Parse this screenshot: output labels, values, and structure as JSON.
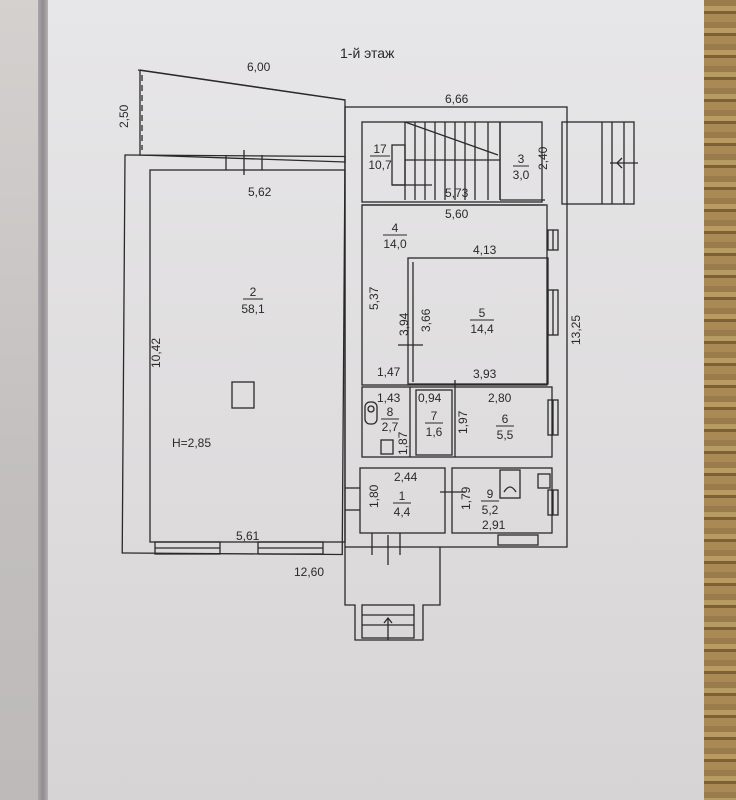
{
  "title": "1-й этаж",
  "rooms": [
    {
      "number": "2",
      "area": "58,1"
    },
    {
      "number": "17",
      "area": "10,7"
    },
    {
      "number": "3",
      "area": "3,0"
    },
    {
      "number": "4",
      "area": "14,0"
    },
    {
      "number": "5",
      "area": "14,4"
    },
    {
      "number": "8",
      "area": "2,7"
    },
    {
      "number": "7",
      "area": "1,6"
    },
    {
      "number": "6",
      "area": "5,5"
    },
    {
      "number": "1",
      "area": "4,4"
    },
    {
      "number": "9",
      "area": "5,2"
    }
  ],
  "dimensions": {
    "terrace_width": "6,00",
    "terrace_depth": "2,50",
    "top_right_width": "6,66",
    "hall_top": "5,62",
    "stair_width": "5,73",
    "room4_width": "5,60",
    "room3_height": "2,40",
    "room5_width": "4,13",
    "room4_height": "5,37",
    "wall_394": "3,94",
    "room5_height": "3,66",
    "total_height": "13,25",
    "hall_height": "10,42",
    "d_147": "1,47",
    "d_393": "3,93",
    "d_143": "1,43",
    "d_094": "0,94",
    "d_280": "2,80",
    "d_187": "1,87",
    "d_197": "1,97",
    "d_244": "2,44",
    "d_180": "1,80",
    "d_179": "1,79",
    "d_291": "2,91",
    "hall_bottom": "5,61",
    "total_width": "12,60"
  },
  "ceiling_height": "H=2,85",
  "colors": {
    "line": "#2a2a2a",
    "paper": "#e4e3e5",
    "wood": "#9a7c4c"
  }
}
